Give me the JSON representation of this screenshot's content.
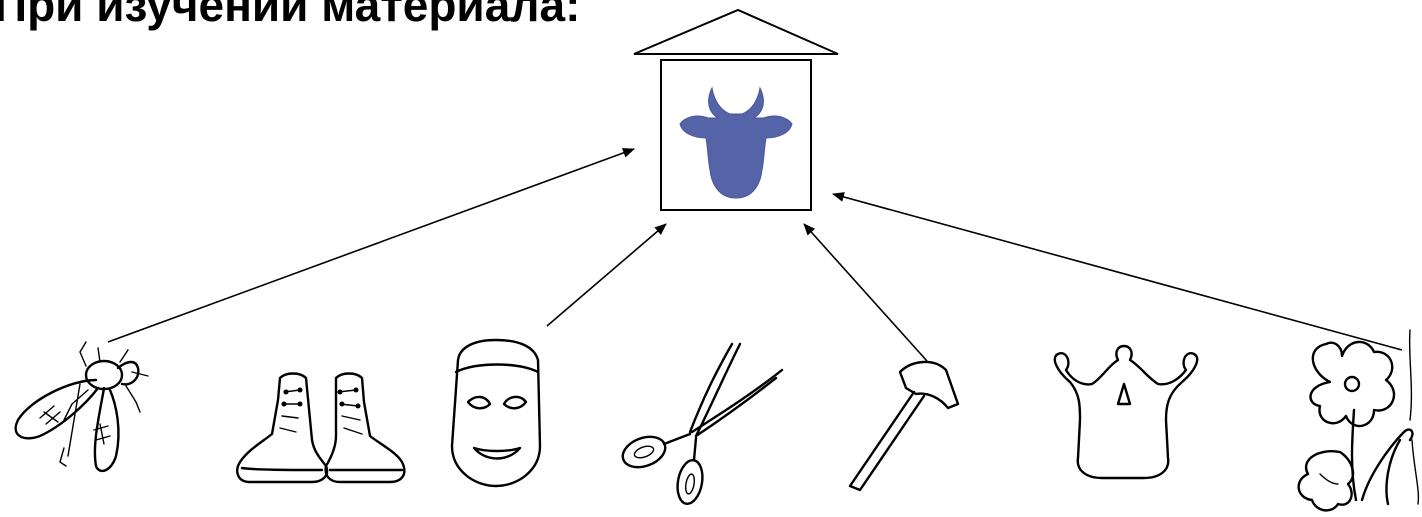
{
  "heading": "При изучении материала:",
  "center": {
    "label": "cow-head",
    "color": "#5563a8"
  },
  "items": [
    {
      "name": "fly",
      "linked": true
    },
    {
      "name": "boots",
      "linked": false
    },
    {
      "name": "mask",
      "linked": true
    },
    {
      "name": "scissors",
      "linked": false
    },
    {
      "name": "hammer",
      "linked": true
    },
    {
      "name": "crown",
      "linked": false
    },
    {
      "name": "flower",
      "linked": true
    }
  ]
}
